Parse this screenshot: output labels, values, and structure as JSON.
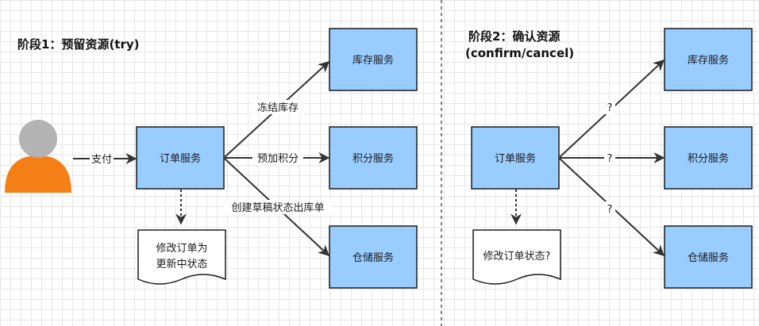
{
  "phase1": {
    "title": "阶段1：预留资源(try)",
    "actor_edge_label": "支付",
    "order_service": "订单服务",
    "inventory_service": "库存服务",
    "points_service": "积分服务",
    "warehouse_service": "仓储服务",
    "edge_inventory": "冻结库存",
    "edge_points": "预加积分",
    "edge_warehouse": "创建草稿状态出库单",
    "doc_line1": "修改订单为",
    "doc_line2": "更新中状态"
  },
  "phase2": {
    "title_line1": "阶段2：确认资源",
    "title_line2": "(confirm/cancel)",
    "order_service": "订单服务",
    "inventory_service": "库存服务",
    "points_service": "积分服务",
    "warehouse_service": "仓储服务",
    "edge_inventory": "?",
    "edge_points": "?",
    "edge_warehouse": "?",
    "doc_text": "修改订单状态?"
  },
  "colors": {
    "service_fill": "#99ccff",
    "service_stroke": "#1a1a1a",
    "actor_head": "#b3b3b3",
    "actor_body": "#f57f17",
    "arrow": "#333333",
    "divider": "#555555"
  },
  "icons": {
    "actor": "user-icon"
  }
}
